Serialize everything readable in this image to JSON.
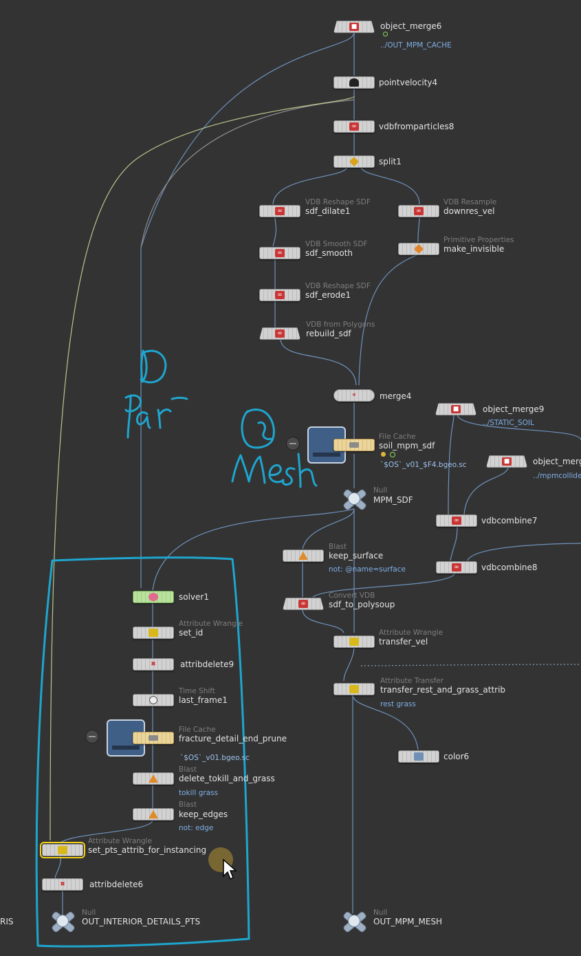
{
  "nodes": {
    "object_merge6": {
      "name": "object_merge6",
      "path": "../OUT_MPM_CACHE"
    },
    "pointvelocity4": {
      "name": "pointvelocity4"
    },
    "vdbfromparticles8": {
      "name": "vdbfromparticles8"
    },
    "split1": {
      "name": "split1"
    },
    "sdf_dilate1": {
      "type": "VDB Reshape SDF",
      "name": "sdf_dilate1"
    },
    "downres_vel": {
      "type": "VDB Resample",
      "name": "downres_vel"
    },
    "sdf_smooth": {
      "type": "VDB Smooth SDF",
      "name": "sdf_smooth"
    },
    "make_invisible": {
      "type": "Primitive Properties",
      "name": "make_invisible"
    },
    "sdf_erode1": {
      "type": "VDB Reshape SDF",
      "name": "sdf_erode1"
    },
    "rebuild_sdf": {
      "type": "VDB from Polygons",
      "name": "rebuild_sdf"
    },
    "merge4": {
      "name": "merge4"
    },
    "object_merge9": {
      "name": "object_merge9",
      "path": "../STATIC_SOIL"
    },
    "soil_mpm_sdf": {
      "type": "File Cache",
      "name": "soil_mpm_sdf",
      "path": "`$OS`_v01_$F4.bgeo.sc"
    },
    "object_merge_partial": {
      "name": "object_merg",
      "path": "../mpmcollide"
    },
    "mpm_sdf": {
      "type": "Null",
      "name": "MPM_SDF"
    },
    "vdbcombine7": {
      "name": "vdbcombine7"
    },
    "keep_surface": {
      "type": "Blast",
      "name": "keep_surface",
      "group": "not: @name=surface"
    },
    "vdbcombine8": {
      "name": "vdbcombine8"
    },
    "solver1": {
      "name": "solver1"
    },
    "sdf_to_polysoup": {
      "type": "Convert VDB",
      "name": "sdf_to_polysoup"
    },
    "set_id": {
      "type": "Attribute Wrangle",
      "name": "set_id"
    },
    "transfer_vel": {
      "type": "Attribute Wrangle",
      "name": "transfer_vel"
    },
    "attribdelete9": {
      "name": "attribdelete9"
    },
    "transfer_rest_and_grass_attrib": {
      "type": "Attribute Transfer",
      "name": "transfer_rest_and_grass_attrib",
      "attribs": "rest grass"
    },
    "last_frame1": {
      "type": "Time Shift",
      "name": "last_frame1"
    },
    "fracture_detail_end_prune": {
      "type": "File Cache",
      "name": "fracture_detail_end_prune",
      "path": "`$OS`_v01.bgeo.sc"
    },
    "color6": {
      "name": "color6"
    },
    "delete_tokill_and_grass": {
      "type": "Blast",
      "name": "delete_tokill_and_grass",
      "group": "tokill grass"
    },
    "keep_edges": {
      "type": "Blast",
      "name": "keep_edges",
      "group": "not: edge"
    },
    "set_pts_attrib_for_instancing": {
      "type": "Attribute Wrangle",
      "name": "set_pts_attrib_for_instancing"
    },
    "attribdelete6": {
      "name": "attribdelete6"
    },
    "out_interior": {
      "type": "Null",
      "name": "OUT_INTERIOR_DETAILS_PTS"
    },
    "out_mpm_mesh": {
      "type": "Null",
      "name": "OUT_MPM_MESH"
    },
    "left_partial": {
      "name": "RIS"
    }
  },
  "annotations": {
    "note1": "1 Par",
    "note2": "2 Mesh"
  },
  "colors": {
    "background": "#333333",
    "wire": "#6f93bd",
    "wire_yellow": "#b9c78e",
    "annotation": "#1ea6cf",
    "selection": "#f2d21c"
  }
}
